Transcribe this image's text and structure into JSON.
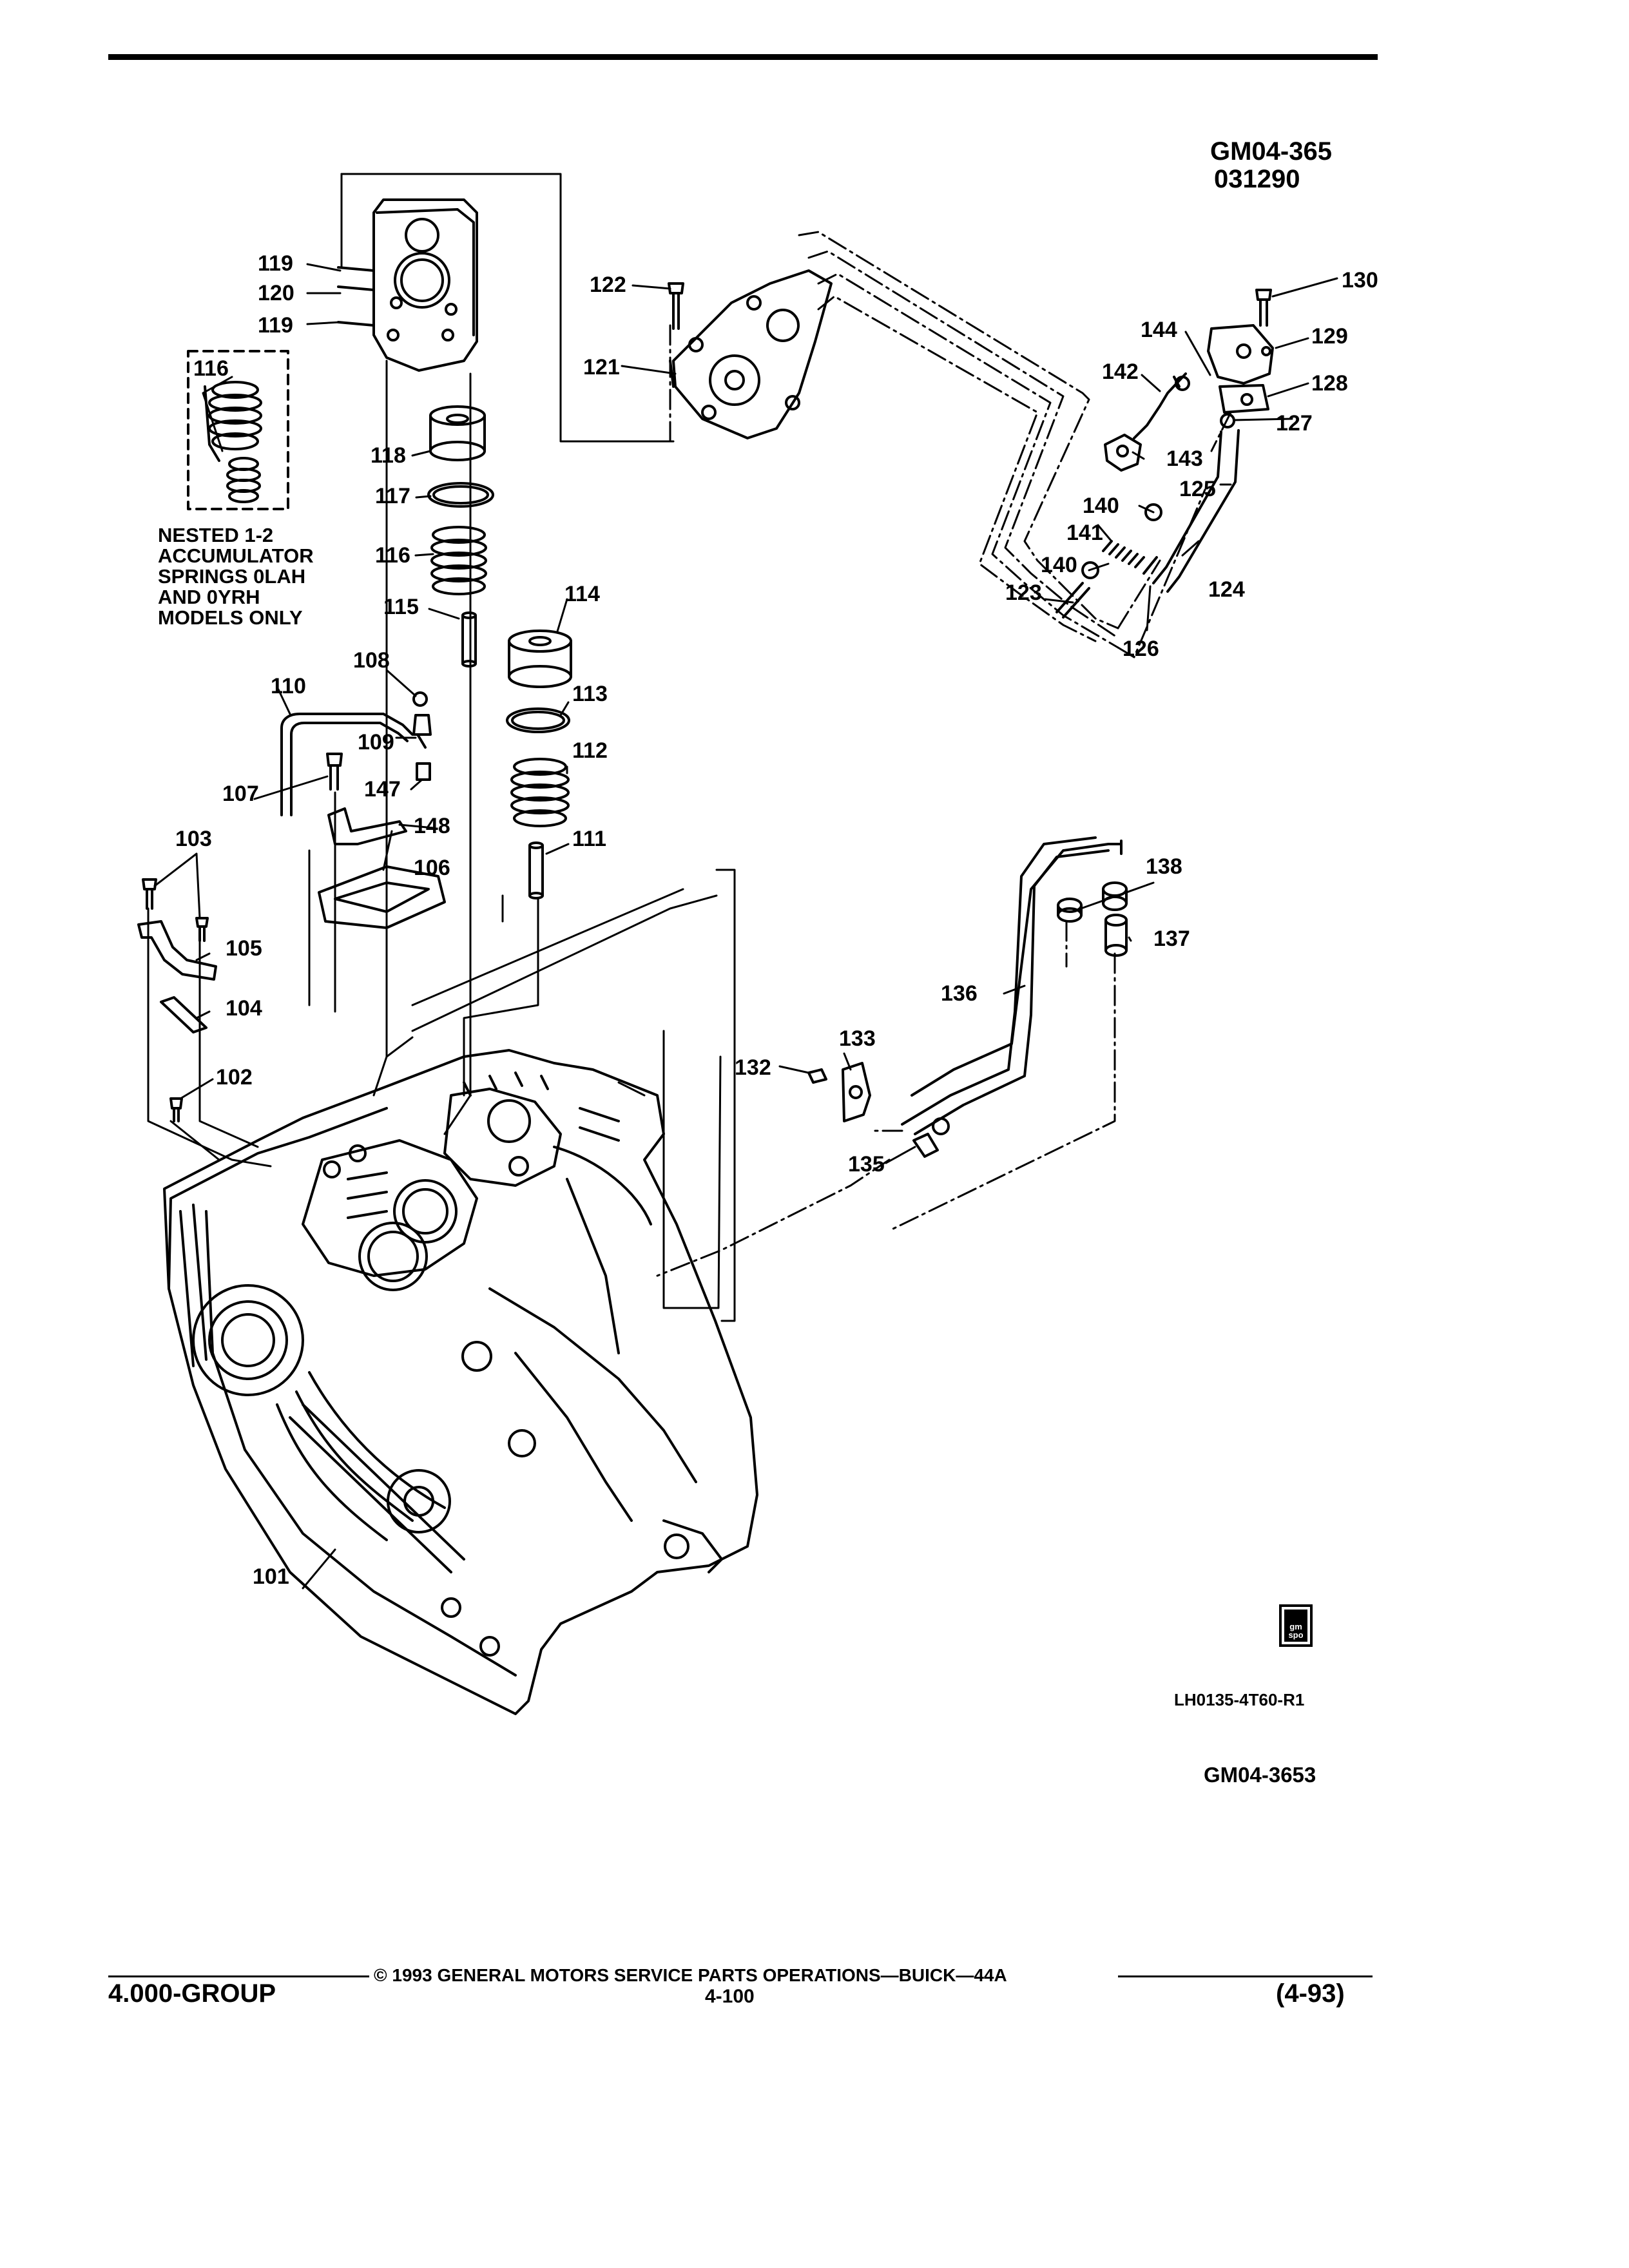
{
  "header": {
    "figure_code": "GM04-365",
    "date_code": "031290"
  },
  "note": {
    "lines": [
      "NESTED 1-2",
      "ACCUMULATOR",
      "SPRINGS 0LAH",
      "AND 0YRH",
      "MODELS ONLY"
    ]
  },
  "callouts": {
    "c101": "101",
    "c102": "102",
    "c103": "103",
    "c104": "104",
    "c105": "105",
    "c106": "106",
    "c107": "107",
    "c108": "108",
    "c109": "109",
    "c110": "110",
    "c111": "111",
    "c112": "112",
    "c113": "113",
    "c114": "114",
    "c115": "115",
    "c116a": "116",
    "c116b": "116",
    "c117": "117",
    "c118": "118",
    "c119a": "119",
    "c119b": "119",
    "c120": "120",
    "c121": "121",
    "c122": "122",
    "c123": "123",
    "c124": "124",
    "c125": "125",
    "c126": "126",
    "c127": "127",
    "c128": "128",
    "c129": "129",
    "c130": "130",
    "c132": "132",
    "c133": "133",
    "c135": "135",
    "c136": "136",
    "c137": "137",
    "c138": "138",
    "c140a": "140",
    "c140b": "140",
    "c141": "141",
    "c142": "142",
    "c143": "143",
    "c144": "144",
    "c147": "147",
    "c148": "148"
  },
  "badge": {
    "text": "gm spo"
  },
  "illustration_code": "LH0135-4T60-R1",
  "figure_ref": "GM04-3653",
  "footer": {
    "group": "4.000-GROUP",
    "copyright": "© 1993 GENERAL MOTORS SERVICE PARTS OPERATIONS—BUICK—44A",
    "page": "4-100",
    "revision": "(4-93)"
  }
}
